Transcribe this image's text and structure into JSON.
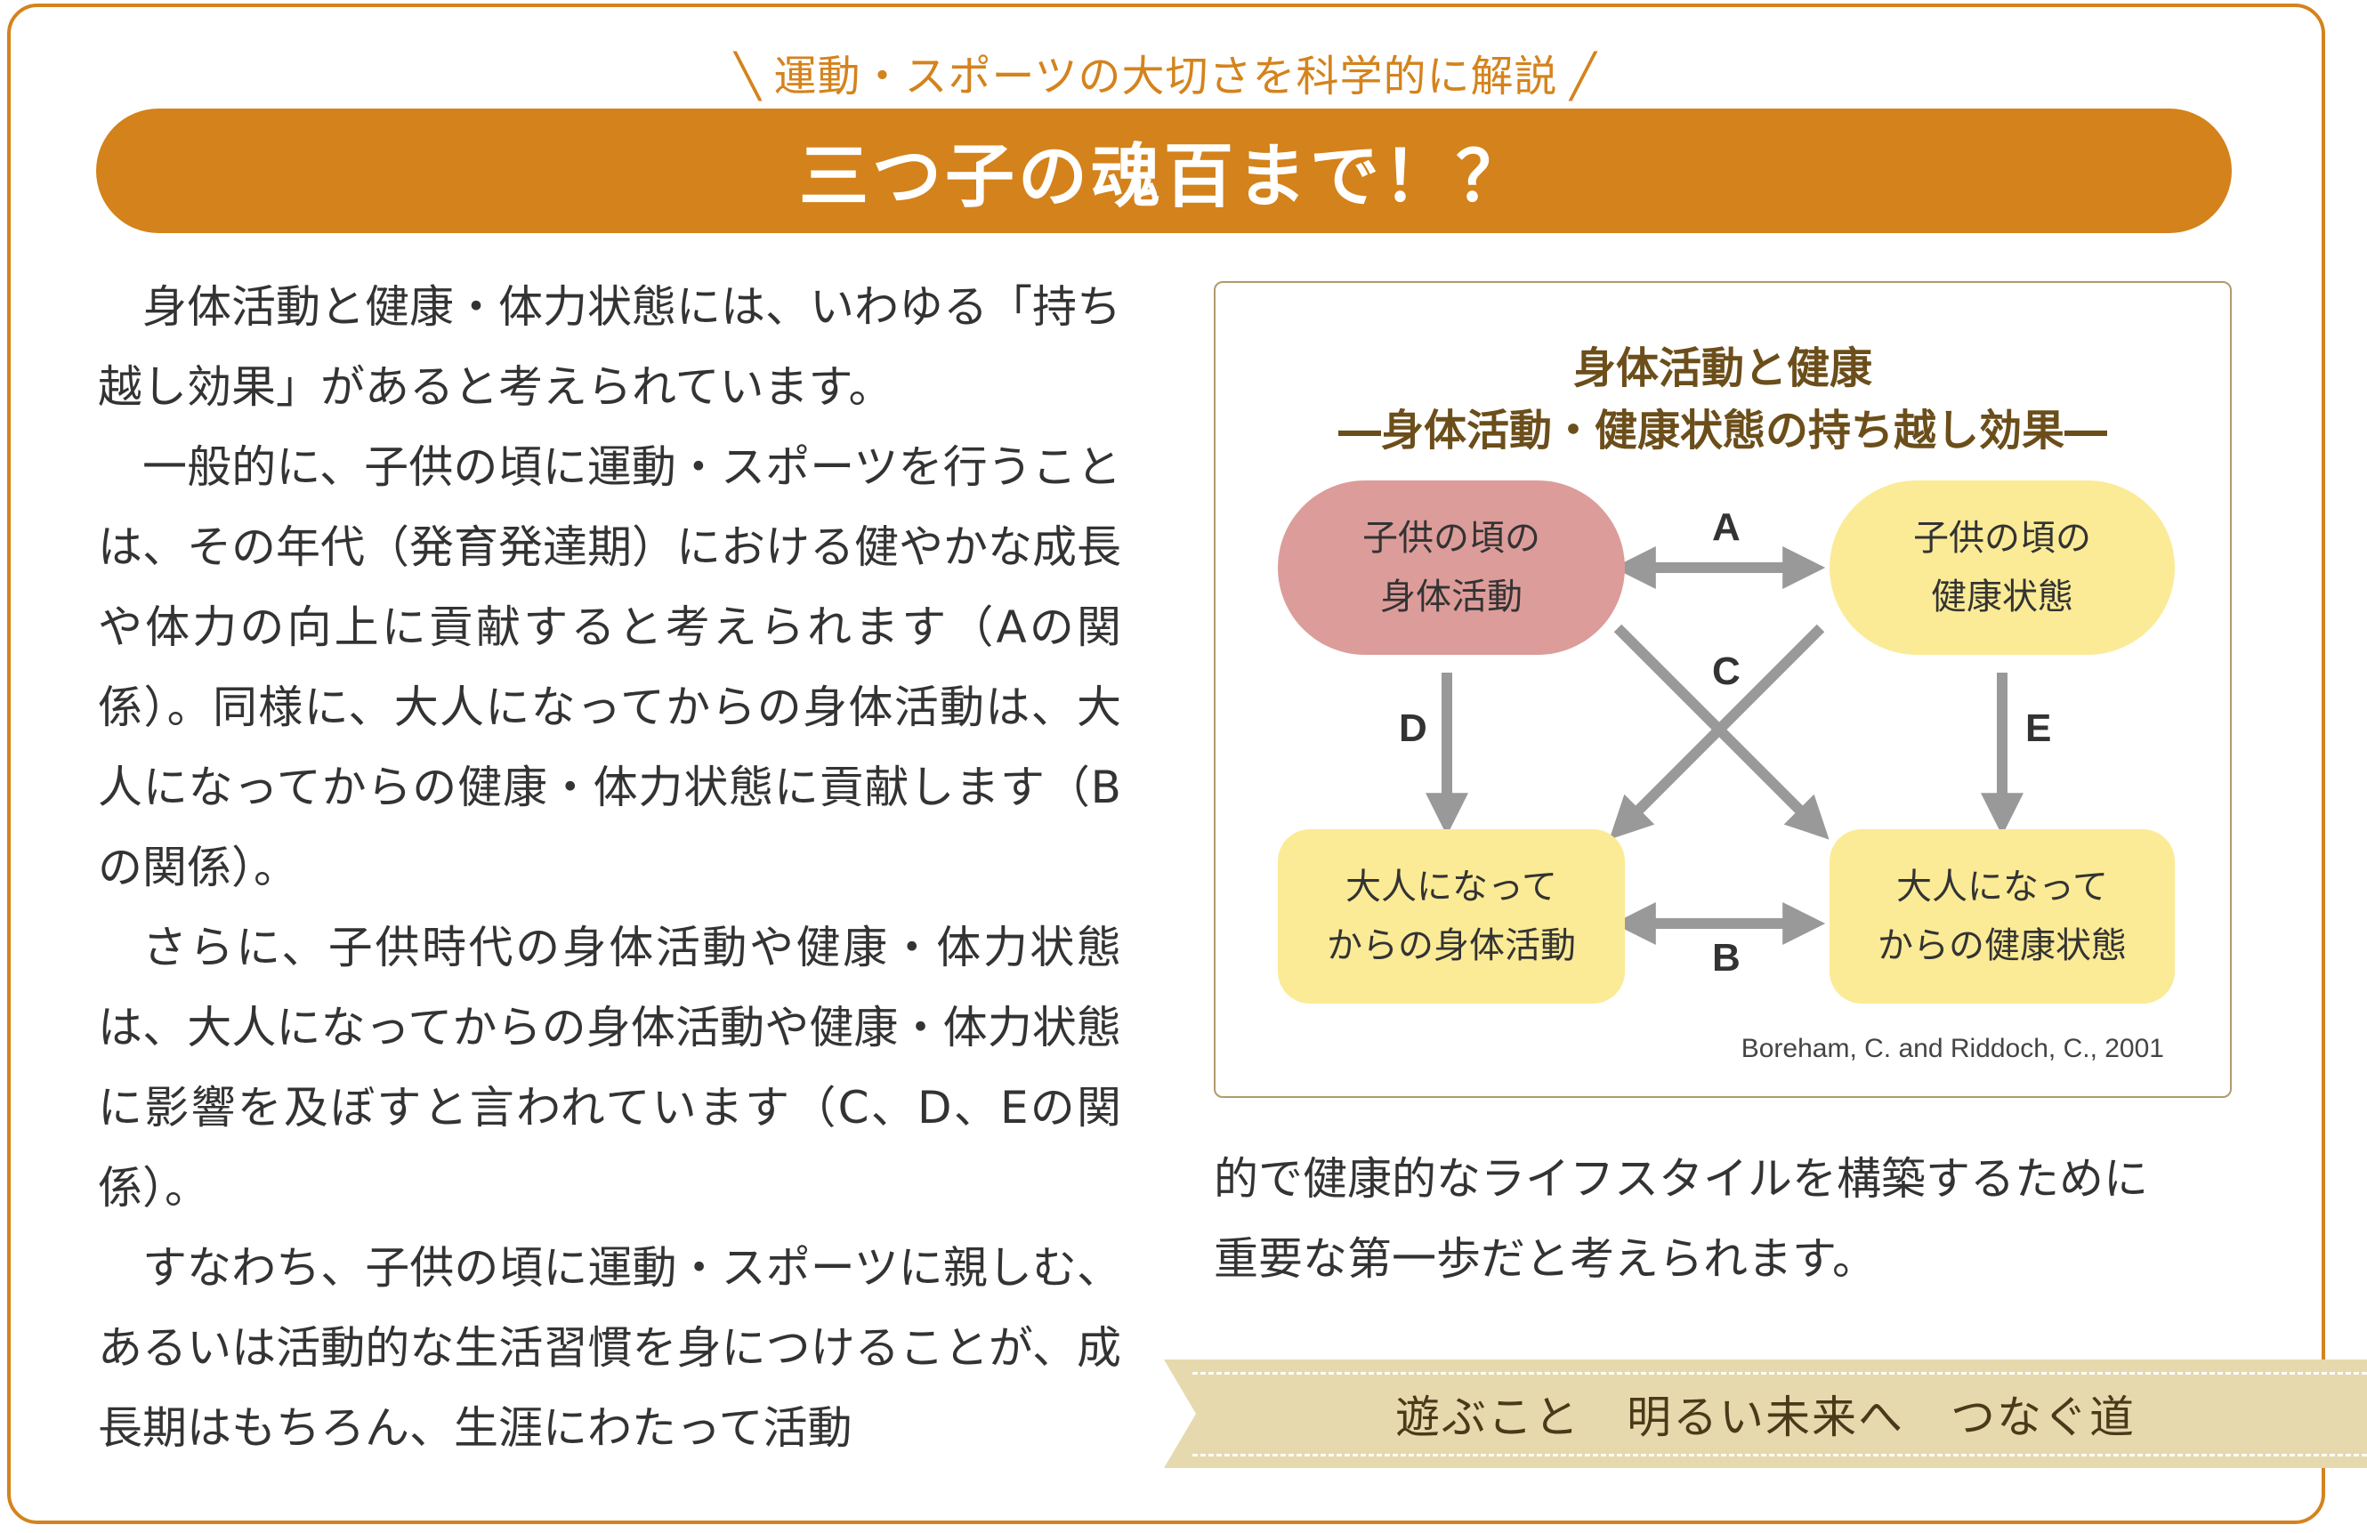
{
  "header": {
    "subtitle": "運動・スポーツの大切さを科学的に解説",
    "title": "三つ子の魂百まで！？"
  },
  "left_text": [
    "身体活動と健康・体力状態には、いわゆる「持ち越し効果」があると考えられています。",
    "一般的に、子供の頃に運動・スポーツを行うことは、その年代（発育発達期）における健やかな成長や体力の向上に貢献すると考えられます（Aの関係）。同様に、大人になってからの身体活動は、大人になってからの健康・体力状態に貢献します（Bの関係）。",
    "さらに、子供時代の身体活動や健康・体力状態は、大人になってからの身体活動や健康・体力状態に影響を及ぼすと言われています（C、D、Eの関係）。",
    "すなわち、子供の頃に運動・スポーツに親しむ、あるいは活動的な生活習慣を身につけることが、成長期はもちろん、生涯にわたって活動"
  ],
  "figure": {
    "title_line1": "身体活動と健康",
    "title_line2": "―身体活動・健康状態の持ち越し効果―",
    "nodes": {
      "child_activity": [
        "子供の頃の",
        "身体活動"
      ],
      "child_health": [
        "子供の頃の",
        "健康状態"
      ],
      "adult_activity": [
        "大人になって",
        "からの身体活動"
      ],
      "adult_health": [
        "大人になって",
        "からの健康状態"
      ]
    },
    "labels": {
      "a": "A",
      "b": "B",
      "c": "C",
      "d": "D",
      "e": "E"
    },
    "citation": "Boreham, C. and Riddoch, C., 2001",
    "colors": {
      "child_activity": "#dc9c9a",
      "others": "#fbeb96",
      "arrow": "#999999"
    }
  },
  "right_text": [
    "的で健康的なライフスタイルを構築するために",
    "重要な第一歩だと考えられます。"
  ],
  "ribbon": {
    "text": "遊ぶこと　明るい未来へ　つなぐ道"
  },
  "colors": {
    "accent": "#d4831d",
    "ribbon": "#e6d9ad"
  }
}
